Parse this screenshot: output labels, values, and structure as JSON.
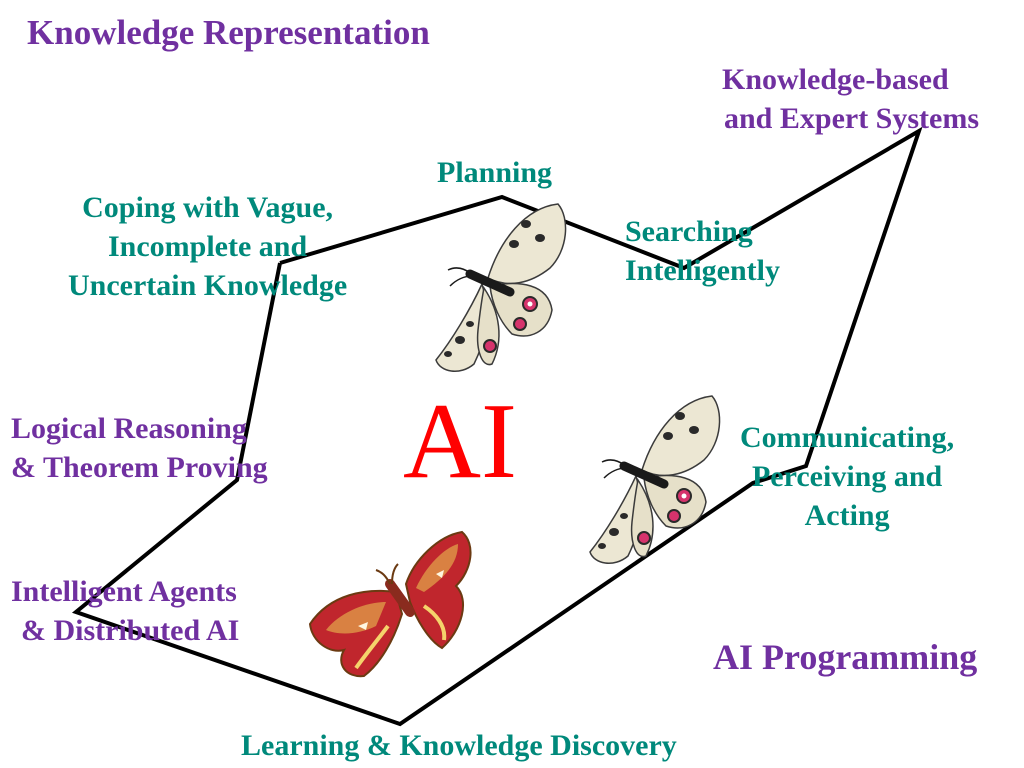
{
  "title": "Knowledge Representation",
  "center_label": "AI",
  "topics": {
    "knowledge_based": [
      "Knowledge-based",
      "and Expert Systems"
    ],
    "planning": "Planning",
    "vague": [
      "Coping with Vague,",
      "Incomplete and",
      "Uncertain Knowledge"
    ],
    "searching": [
      "Searching",
      "Intelligently"
    ],
    "logical": [
      "Logical Reasoning",
      "& Theorem Proving"
    ],
    "communicating": [
      "Communicating,",
      "Perceiving and",
      "Acting"
    ],
    "agents": [
      "Intelligent Agents",
      "& Distributed AI"
    ],
    "ai_programming": "AI Programming",
    "learning": "Learning & Knowledge Discovery"
  },
  "colors": {
    "purple": "#7030a0",
    "teal": "#00897b",
    "ai_red": "#ff0000",
    "outline": "#000000"
  },
  "images": [
    "butterfly-apollo-icon",
    "butterfly-apollo-icon",
    "atlas-moth-icon"
  ]
}
